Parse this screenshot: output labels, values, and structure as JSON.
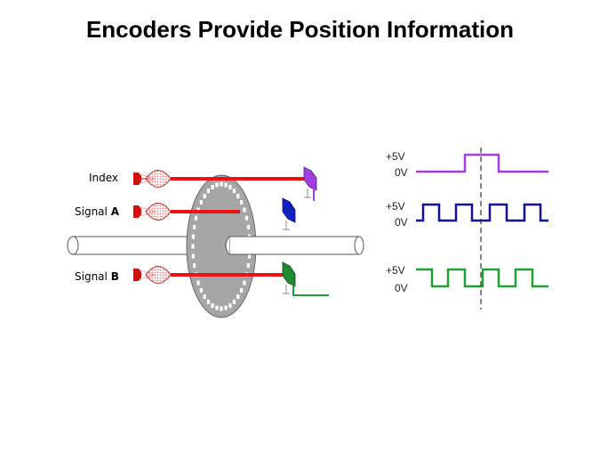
{
  "title": "Encoders Provide Position Information",
  "labels": {
    "index": "Index",
    "signal_a_prefix": "Signal ",
    "signal_a_letter": "A",
    "signal_b_prefix": "Signal ",
    "signal_b_letter": "B"
  },
  "waveforms": [
    {
      "name": "index",
      "high_label": "+5V",
      "low_label": "0V",
      "color": "#a040e0"
    },
    {
      "name": "signal-a",
      "high_label": "+5V",
      "low_label": "0V",
      "color": "#10109a"
    },
    {
      "name": "signal-b",
      "high_label": "+5V",
      "low_label": "0V",
      "color": "#20a030"
    }
  ],
  "colors": {
    "beam": "#ee1111",
    "emitter": "#cc1111",
    "disk": "#a6a6a6",
    "shaft": "#ffffff",
    "index_sensor": "#a040e0",
    "a_sensor": "#1020c0",
    "b_sensor": "#208a30"
  }
}
